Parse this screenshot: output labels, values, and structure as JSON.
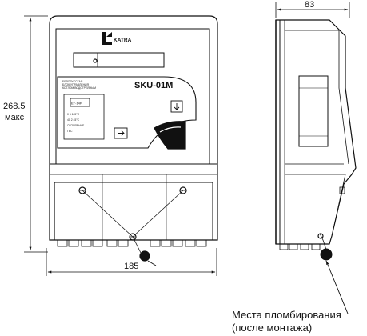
{
  "dimensions": {
    "height_value": "268.5",
    "height_note": "макс",
    "width_front": "185",
    "depth_side": "83"
  },
  "device": {
    "brand": "KATRA",
    "model": "SKU-01M",
    "panel_header_lines": [
      "БЕЛОРУССКАЯ",
      "БЛОК УПРАВЛЕНИЯ",
      "КОТЛОМ ВОДОГРЕЙНЫМ"
    ],
    "display_label": "ЕТ-14Р",
    "panel_rows": [
      "0  5  105°C",
      "40  2  45°C",
      "ОТОПЛЕНИЕ",
      "ГВС"
    ]
  },
  "callout": {
    "line1": "Места пломбирования",
    "line2": "(после монтажа)"
  }
}
